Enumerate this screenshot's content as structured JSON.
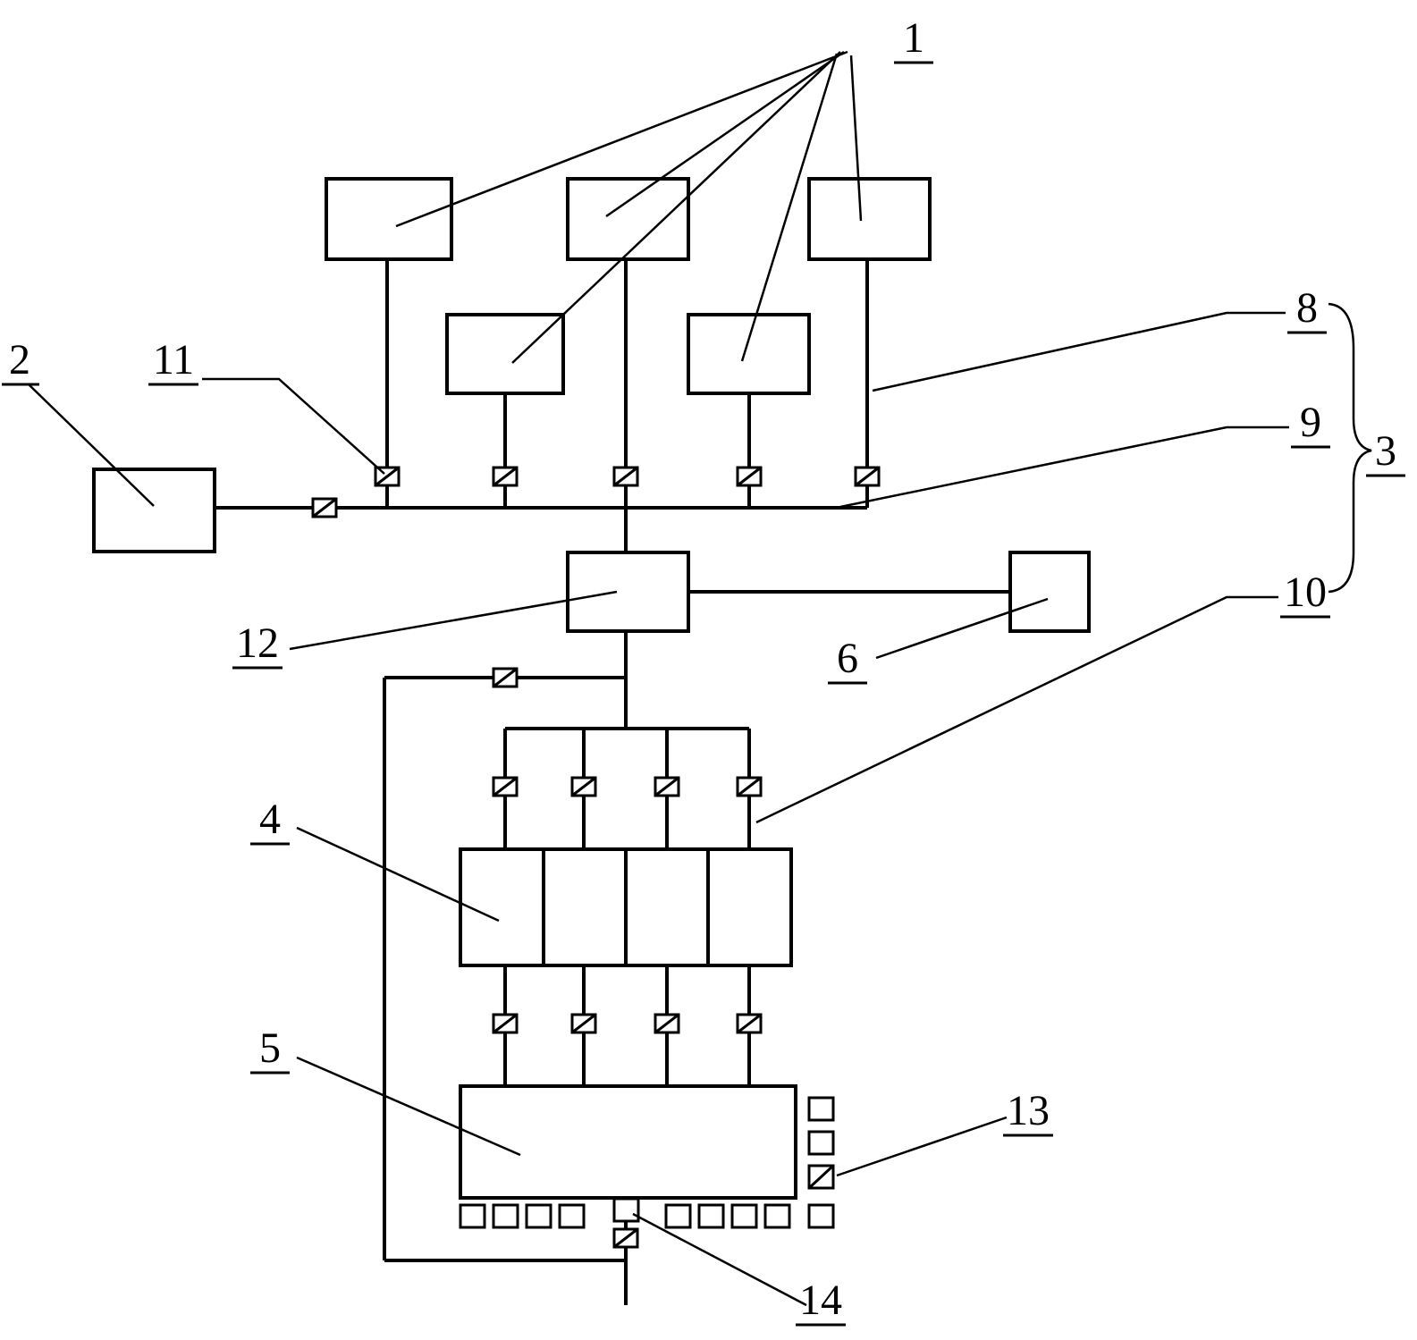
{
  "figure": {
    "background_color": "#ffffff",
    "line_color": "#000000",
    "description_visible_text_only": true
  },
  "labels": {
    "n1": "1",
    "n2": "2",
    "n3": "3",
    "n4": "4",
    "n5": "5",
    "n6": "6",
    "n8": "8",
    "n9": "9",
    "n10": "10",
    "n11": "11",
    "n12": "12",
    "n13": "13",
    "n14": "14"
  }
}
